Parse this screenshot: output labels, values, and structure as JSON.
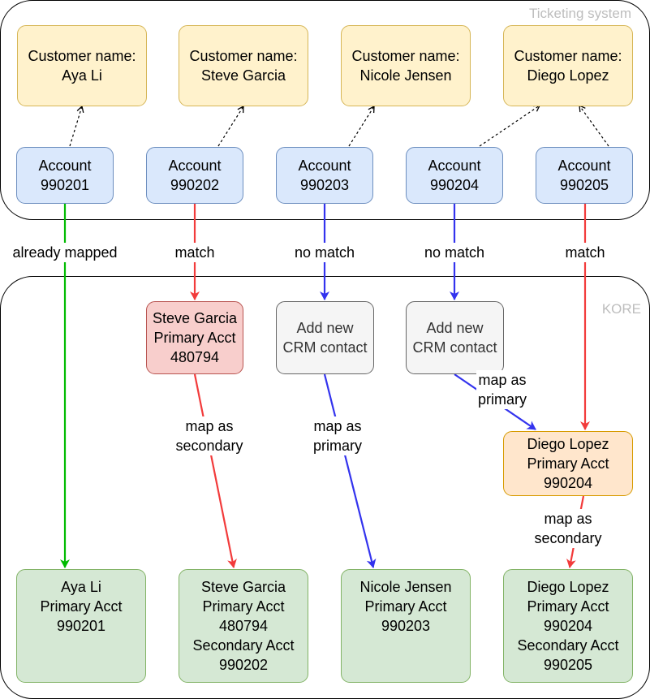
{
  "containers": {
    "ticketing": {
      "label": "Ticketing system"
    },
    "kore": {
      "label": "KORE"
    }
  },
  "customers": [
    {
      "line1": "Customer name:",
      "line2": "Aya Li"
    },
    {
      "line1": "Customer name:",
      "line2": "Steve Garcia"
    },
    {
      "line1": "Customer name:",
      "line2": "Nicole Jensen"
    },
    {
      "line1": "Customer name:",
      "line2": "Diego Lopez"
    }
  ],
  "accounts": [
    {
      "line1": "Account",
      "line2": "990201"
    },
    {
      "line1": "Account",
      "line2": "990202"
    },
    {
      "line1": "Account",
      "line2": "990203"
    },
    {
      "line1": "Account",
      "line2": "990204"
    },
    {
      "line1": "Account",
      "line2": "990205"
    }
  ],
  "match_labels": [
    "already mapped",
    "match",
    "no match",
    "no match",
    "match"
  ],
  "crm": {
    "steve": {
      "line1": "Steve Garcia",
      "line2": "Primary Acct",
      "line3": "480794"
    },
    "new_contact_1": {
      "line1": "Add new",
      "line2": "CRM contact"
    },
    "new_contact_2": {
      "line1": "Add new",
      "line2": "CRM contact"
    },
    "diego": {
      "line1": "Diego Lopez",
      "line2": "Primary Acct",
      "line3": "990204"
    }
  },
  "map_labels": {
    "steve_secondary": {
      "line1": "map as",
      "line2": "secondary"
    },
    "nicole_primary": {
      "line1": "map as",
      "line2": "primary"
    },
    "diego_primary": {
      "line1": "map as",
      "line2": "primary"
    },
    "diego_secondary": {
      "line1": "map as",
      "line2": "secondary"
    }
  },
  "results": [
    {
      "lines": [
        "Aya Li",
        "Primary Acct",
        "990201"
      ]
    },
    {
      "lines": [
        "Steve Garcia",
        "Primary Acct",
        "480794",
        "Secondary Acct",
        "990202"
      ]
    },
    {
      "lines": [
        "Nicole Jensen",
        "Primary Acct",
        "990203"
      ]
    },
    {
      "lines": [
        "Diego Lopez",
        "Primary Acct",
        "990204",
        "Secondary Acct",
        "990205"
      ]
    }
  ],
  "colors": {
    "green": "#00bb00",
    "red": "#f23b3b",
    "blue": "#3333ee",
    "black": "#000000"
  }
}
